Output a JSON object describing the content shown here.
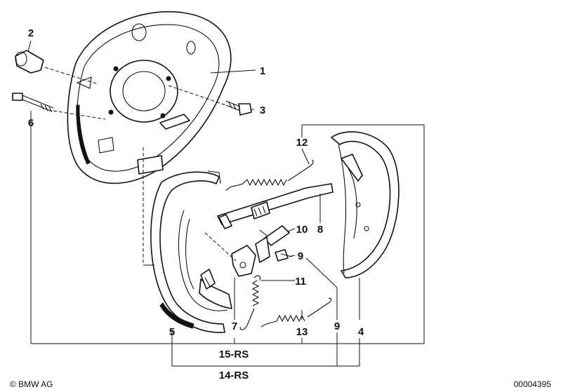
{
  "labels": {
    "l1": "1",
    "l2": "2",
    "l3": "3",
    "l4": "4",
    "l5": "5",
    "l6": "6",
    "l7": "7",
    "l8": "8",
    "l9a": "9",
    "l9b": "9",
    "l10": "10",
    "l11": "11",
    "l12": "12",
    "l13": "13",
    "l14": "14-RS",
    "l15": "15-RS"
  },
  "footer": {
    "copyright": "© BMW AG",
    "diagram_number": "00004395"
  }
}
